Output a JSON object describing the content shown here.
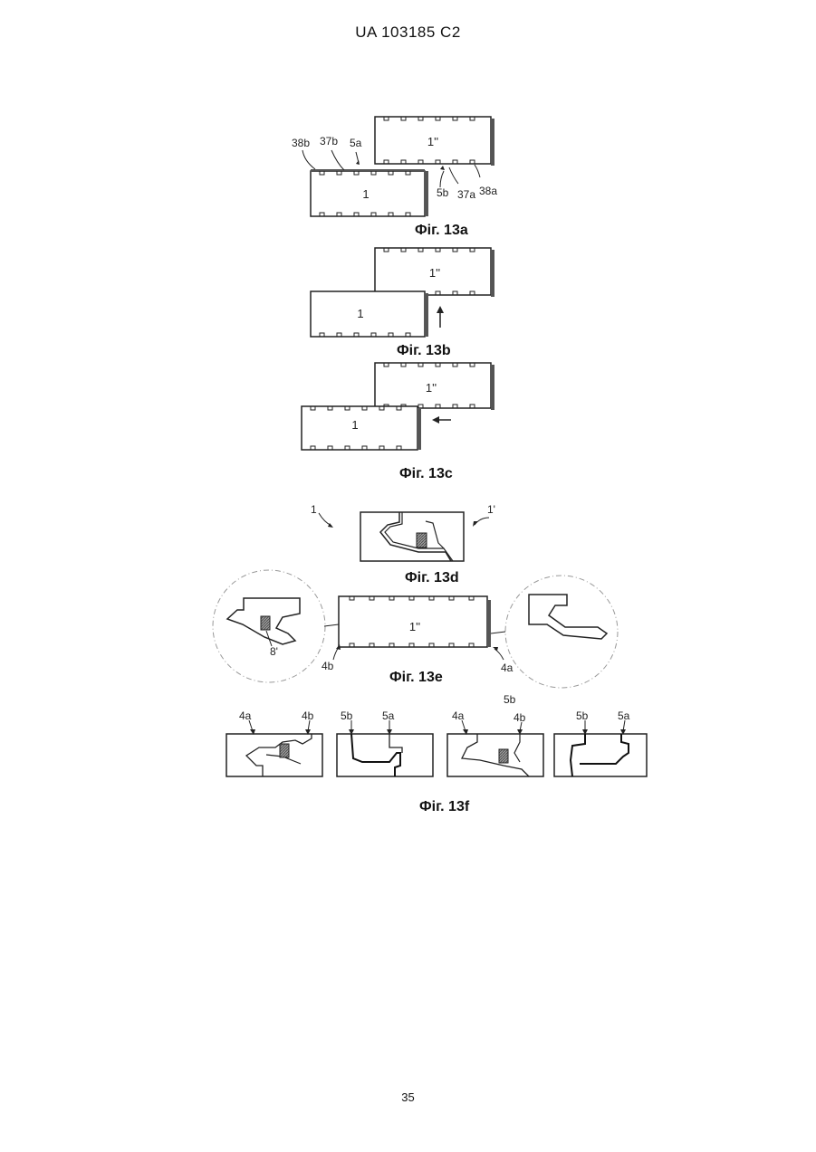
{
  "header": {
    "text": "UA   103185   C2"
  },
  "page_number": "35",
  "figures": {
    "f13a": {
      "caption": "Фіг. 13a",
      "panel_top": "1''",
      "panel_bottom": "1",
      "labels": [
        "38b",
        "37b",
        "5a",
        "5b",
        "37a",
        "38a"
      ]
    },
    "f13b": {
      "caption": "Фіг. 13b",
      "panel_top": "1''",
      "panel_bottom": "1"
    },
    "f13c": {
      "caption": "Фіг. 13c",
      "panel_top": "1''",
      "panel_bottom": "1"
    },
    "f13d": {
      "caption": "Фіг. 13d",
      "labels": [
        "1",
        "1'"
      ]
    },
    "f13e": {
      "caption": "Фіг. 13e",
      "panel": "1''",
      "labels": [
        "8'",
        "4b",
        "4a"
      ]
    },
    "f13f": {
      "caption": "Фіг. 13f",
      "labels": [
        "4a",
        "4b",
        "5b",
        "5a",
        "5b",
        "4a",
        "4b",
        "5b",
        "5a"
      ]
    }
  }
}
